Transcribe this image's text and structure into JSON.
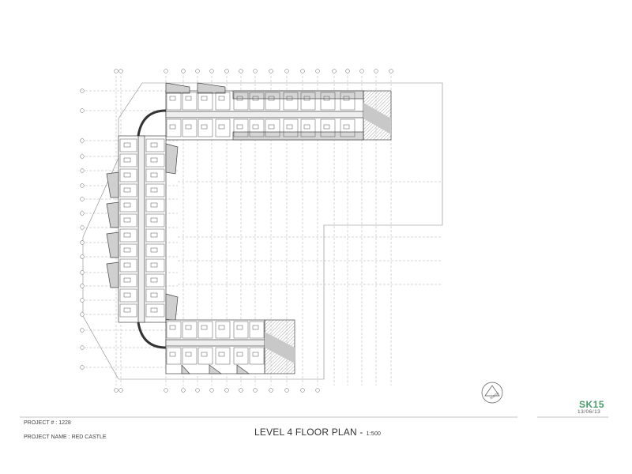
{
  "title_block": {
    "project_number_label": "PROJECT # :",
    "project_number": "1228",
    "project_name_label": "PROJECT NAME :",
    "project_name": "RED CASTLE",
    "sheet_title": "LEVEL 4 FLOOR PLAN -",
    "scale": "1:500",
    "sheet_number": "SK15",
    "date": "13/06/13"
  },
  "north_arrow": {
    "label": "NORTH"
  },
  "colors": {
    "line": "#555555",
    "grid": "#9a9a9a",
    "hatch": "#bdbdbd",
    "accent": "#4a9a6a"
  },
  "icons": [
    "north-arrow-icon",
    "grid-bubble-icon"
  ]
}
